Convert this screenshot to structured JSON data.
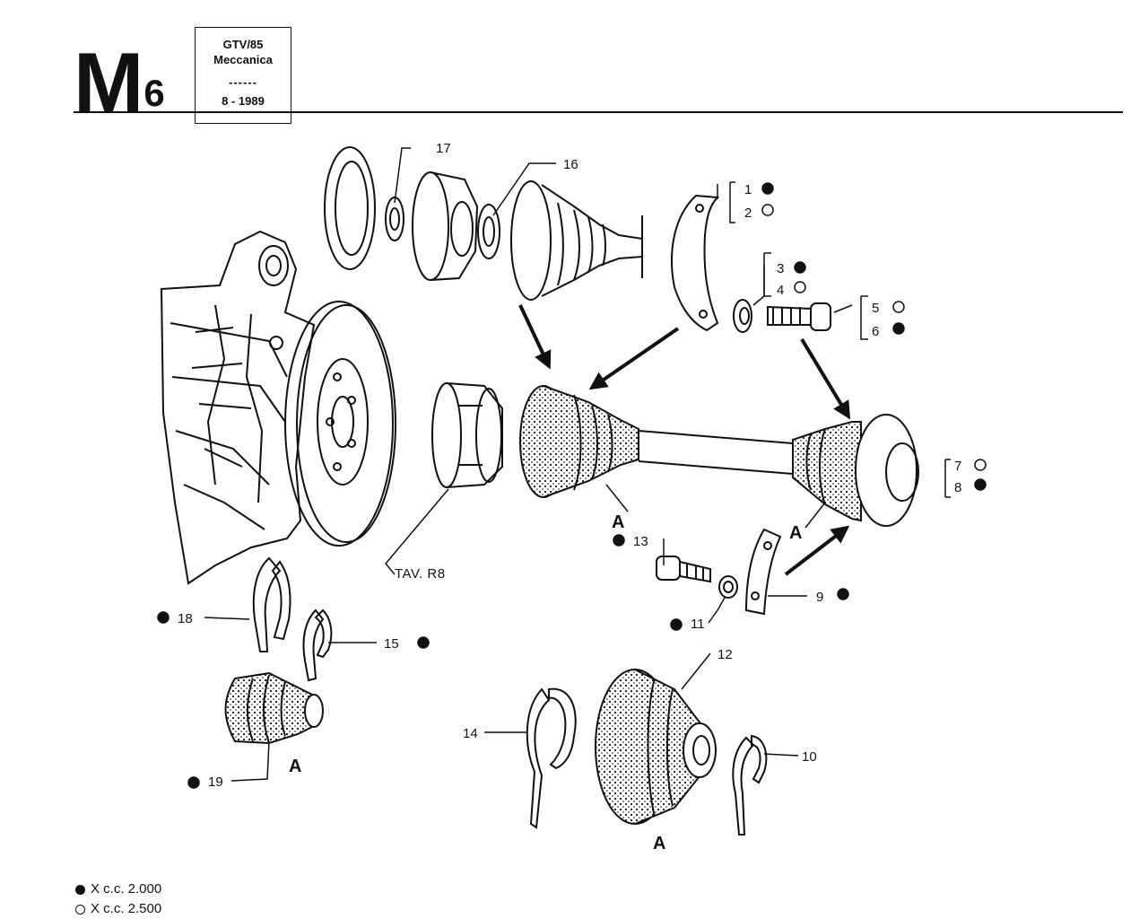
{
  "header": {
    "section_letter": "M",
    "section_number": "6",
    "model": "GTV/85",
    "group": "Meccanica",
    "separator": "------",
    "date": "8 - 1989"
  },
  "reference": "TAV. R8",
  "assembly_marker": "A",
  "legend": [
    {
      "symbol": "filled-dot",
      "text": "X c.c. 2.000"
    },
    {
      "symbol": "open-dot",
      "text": "X c.c. 2.500"
    }
  ],
  "callouts": {
    "p1": "1",
    "p2": "2",
    "p3": "3",
    "p4": "4",
    "p5": "5",
    "p6": "6",
    "p7": "7",
    "p8": "8",
    "p9": "9",
    "p10": "10",
    "p11": "11",
    "p12": "12",
    "p13": "13",
    "p14": "14",
    "p15": "15",
    "p16": "16",
    "p17": "17",
    "p18": "18",
    "p19": "19"
  },
  "colors": {
    "ink": "#111111",
    "paper": "#ffffff"
  }
}
